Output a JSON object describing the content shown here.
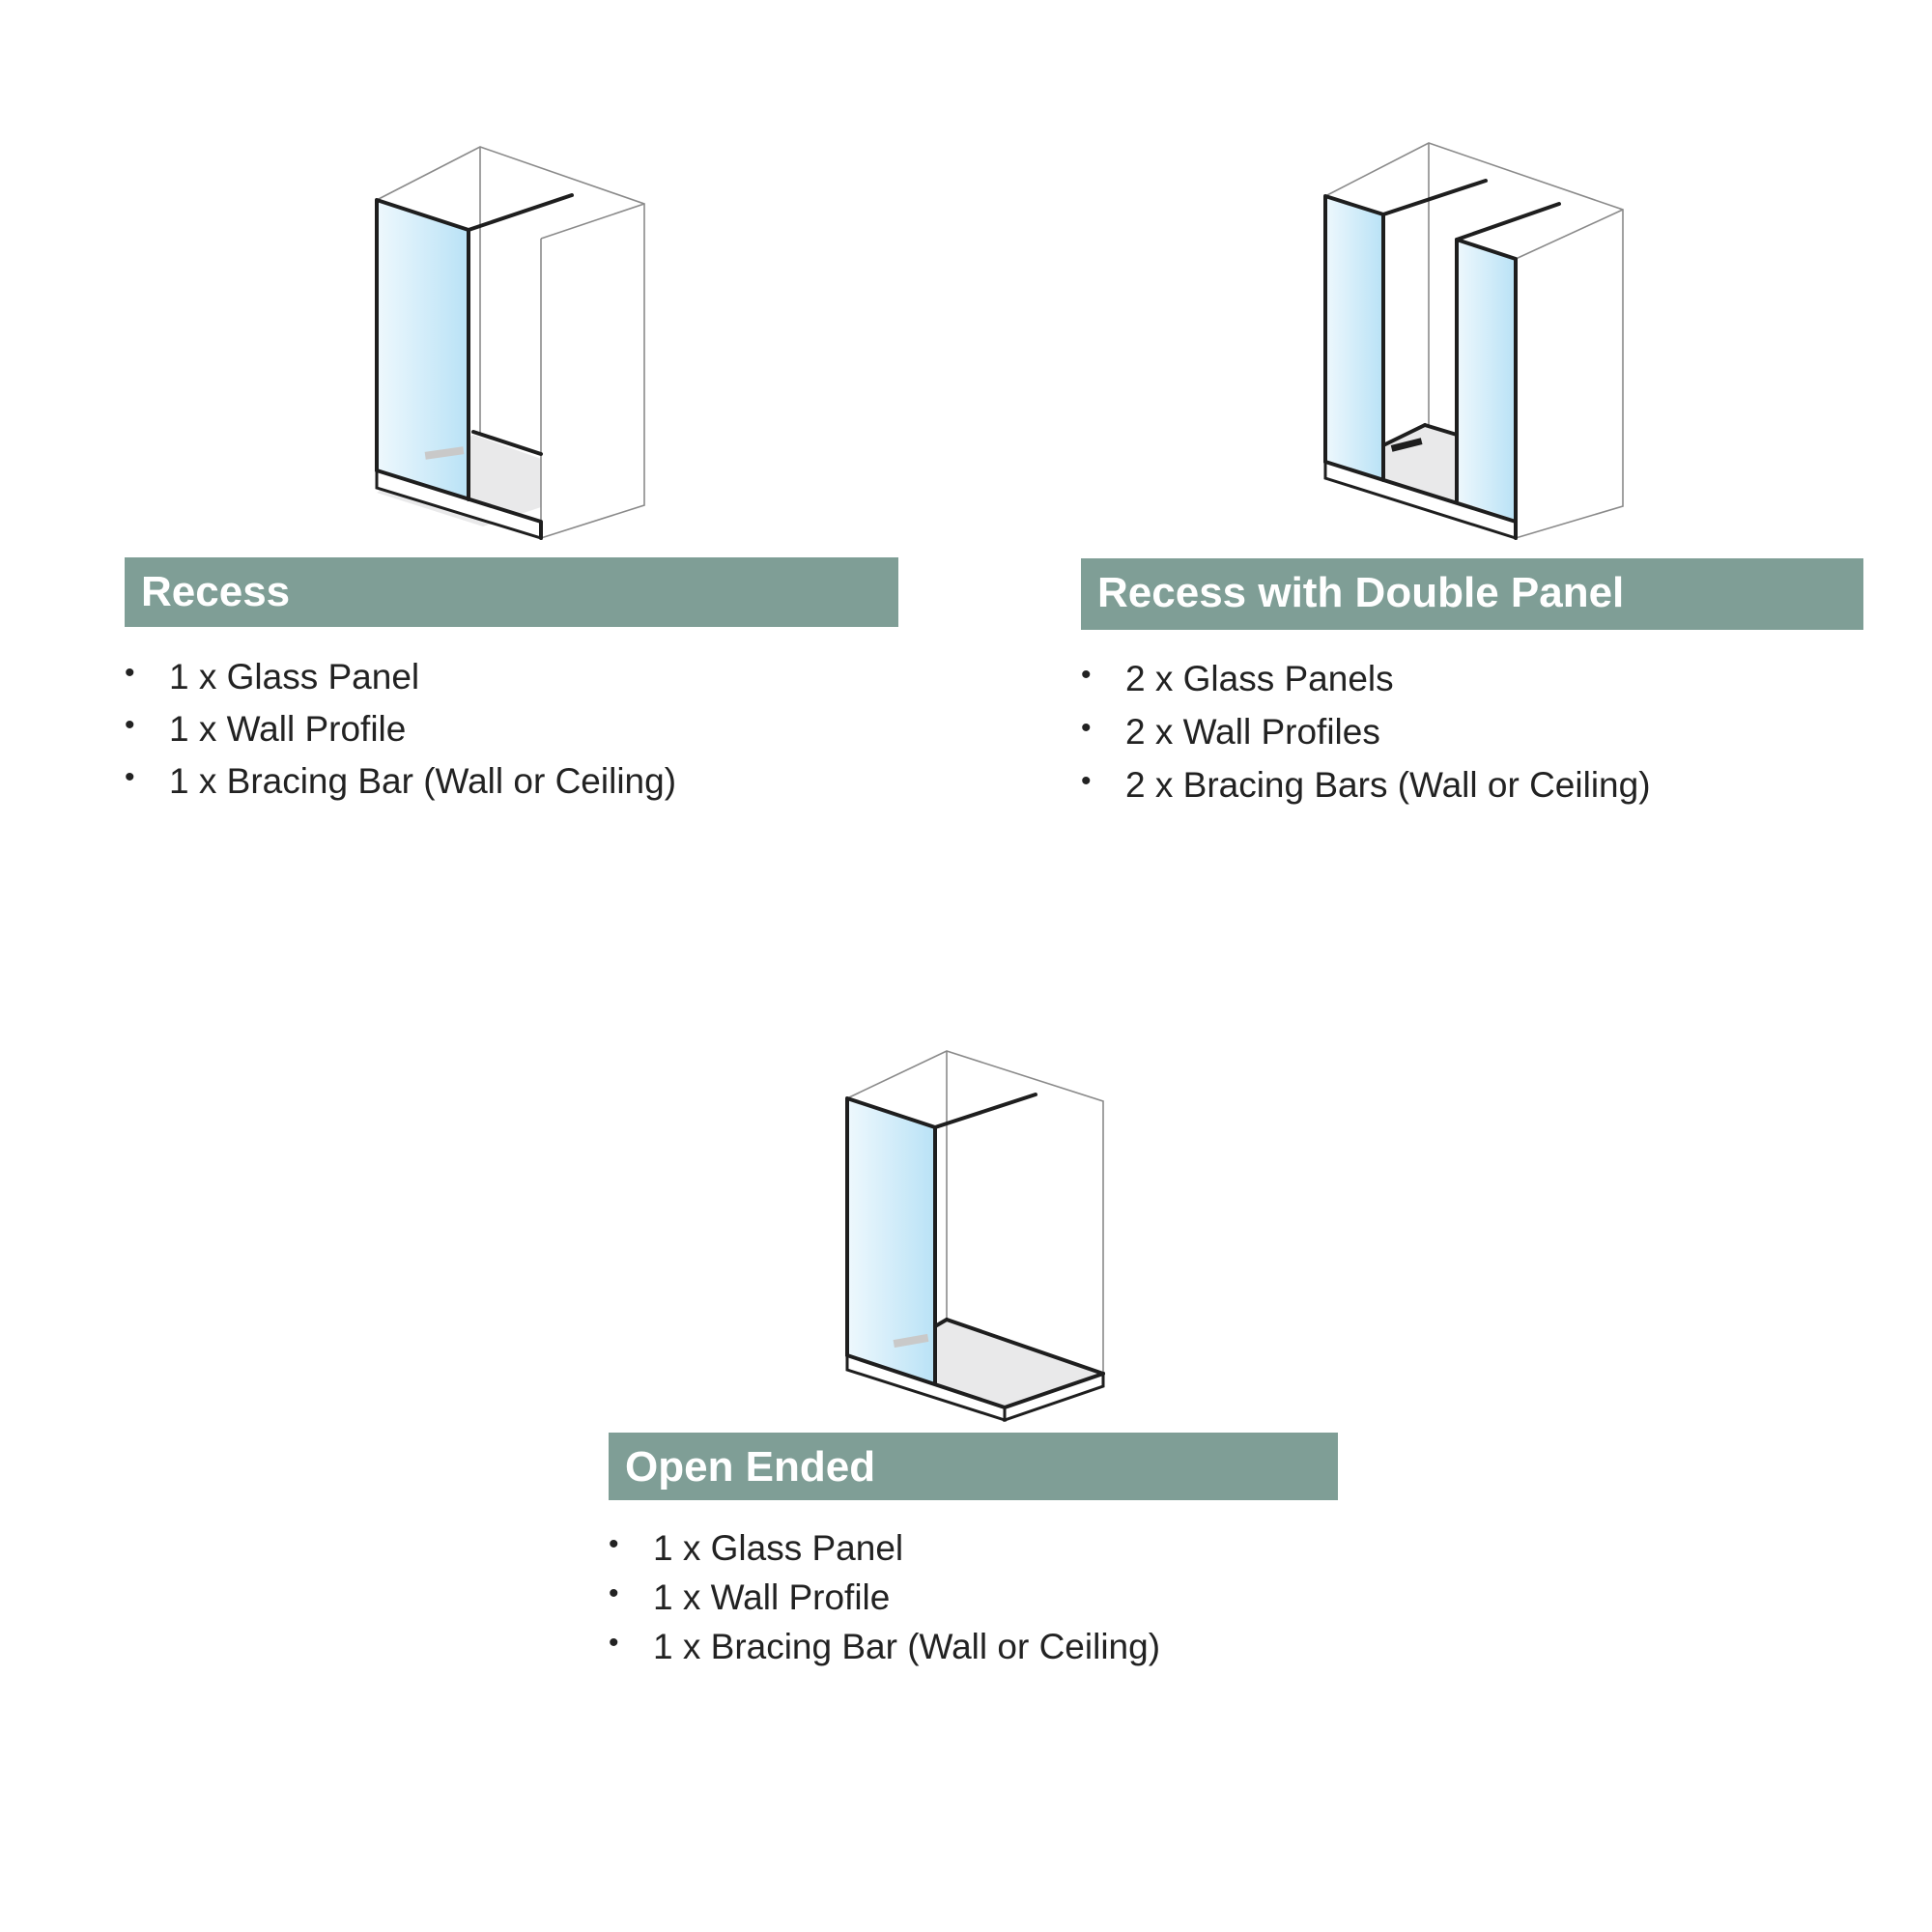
{
  "configurations": [
    {
      "id": "recess",
      "title": "Recess",
      "items": [
        "1 x Glass Panel",
        "1 x Wall Profile",
        "1 x Bracing Bar (Wall or Ceiling)"
      ]
    },
    {
      "id": "recess-double",
      "title": "Recess with Double Panel",
      "items": [
        "2 x Glass Panels",
        "2 x Wall Profiles",
        "2 x Bracing Bars (Wall or Ceiling)"
      ]
    },
    {
      "id": "open-ended",
      "title": "Open Ended",
      "items": [
        "1 x Glass Panel",
        "1 x Wall Profile",
        "1 x Bracing Bar (Wall or Ceiling)"
      ]
    }
  ],
  "colors": {
    "banner": "#7f9e96",
    "banner_text": "#ffffff",
    "glass": "#cfeaf8",
    "floor": "#e9e9ea",
    "frame": "#1e1e1e"
  }
}
